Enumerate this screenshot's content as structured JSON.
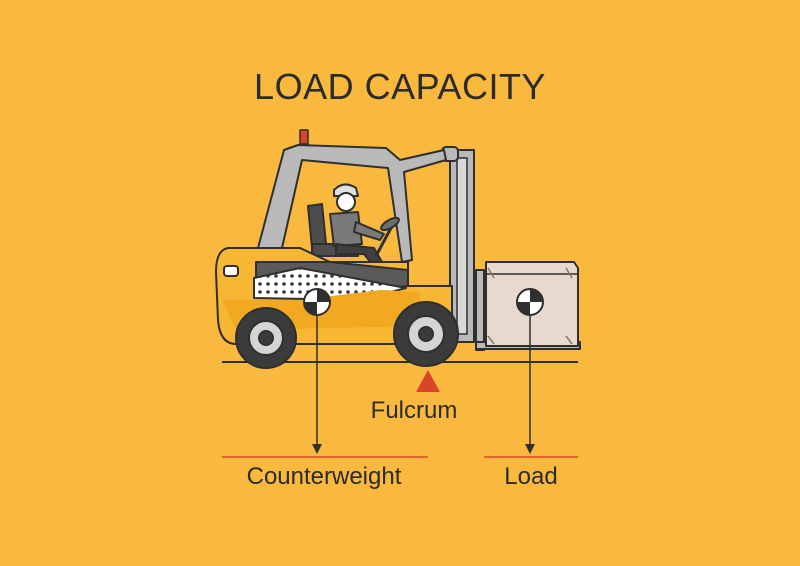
{
  "title": "LOAD CAPACITY",
  "labels": {
    "fulcrum": "Fulcrum",
    "counterweight": "Counterweight",
    "load": "Load"
  },
  "colors": {
    "background": "#f9b93f",
    "body_yellow": "#f7b733",
    "outline": "#2f2f2f",
    "frame_gray": "#b9b9b9",
    "dark_gray": "#6e6e6e",
    "box": "#e8d9cf",
    "fulcrum_marker": "#d9442a",
    "baseline_red": "#d9442a"
  },
  "icons": {
    "vehicle": "forklift-icon",
    "operator": "operator-icon",
    "center_of_mass": "center-of-mass-icon",
    "pivot": "fulcrum-triangle-icon"
  }
}
